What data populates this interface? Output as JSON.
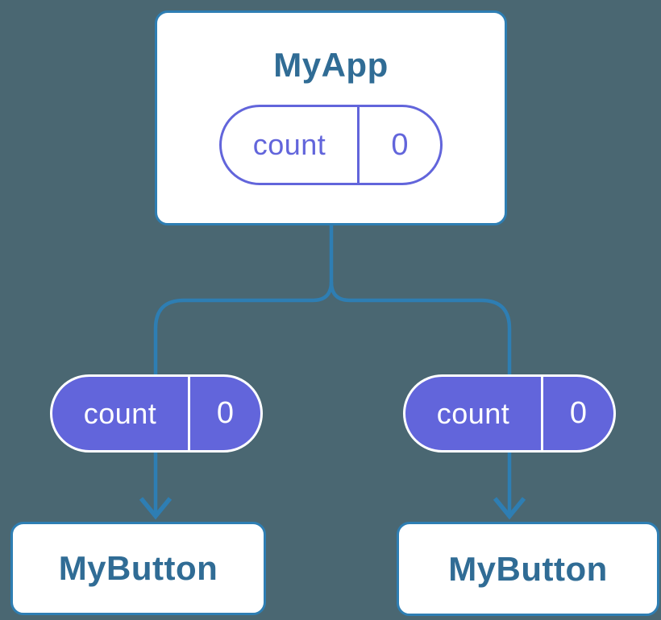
{
  "colors": {
    "background": "#4A6772",
    "connector_blue": "#2E7EB3",
    "node_text_blue": "#306C95",
    "state_purple": "#6265DB",
    "card_white": "#FFFFFF"
  },
  "diagram": {
    "root": {
      "title": "MyApp",
      "state": {
        "name": "count",
        "value": "0"
      }
    },
    "passed_states": [
      {
        "name": "count",
        "value": "0"
      },
      {
        "name": "count",
        "value": "0"
      }
    ],
    "children": [
      {
        "title": "MyButton"
      },
      {
        "title": "MyButton"
      }
    ]
  }
}
